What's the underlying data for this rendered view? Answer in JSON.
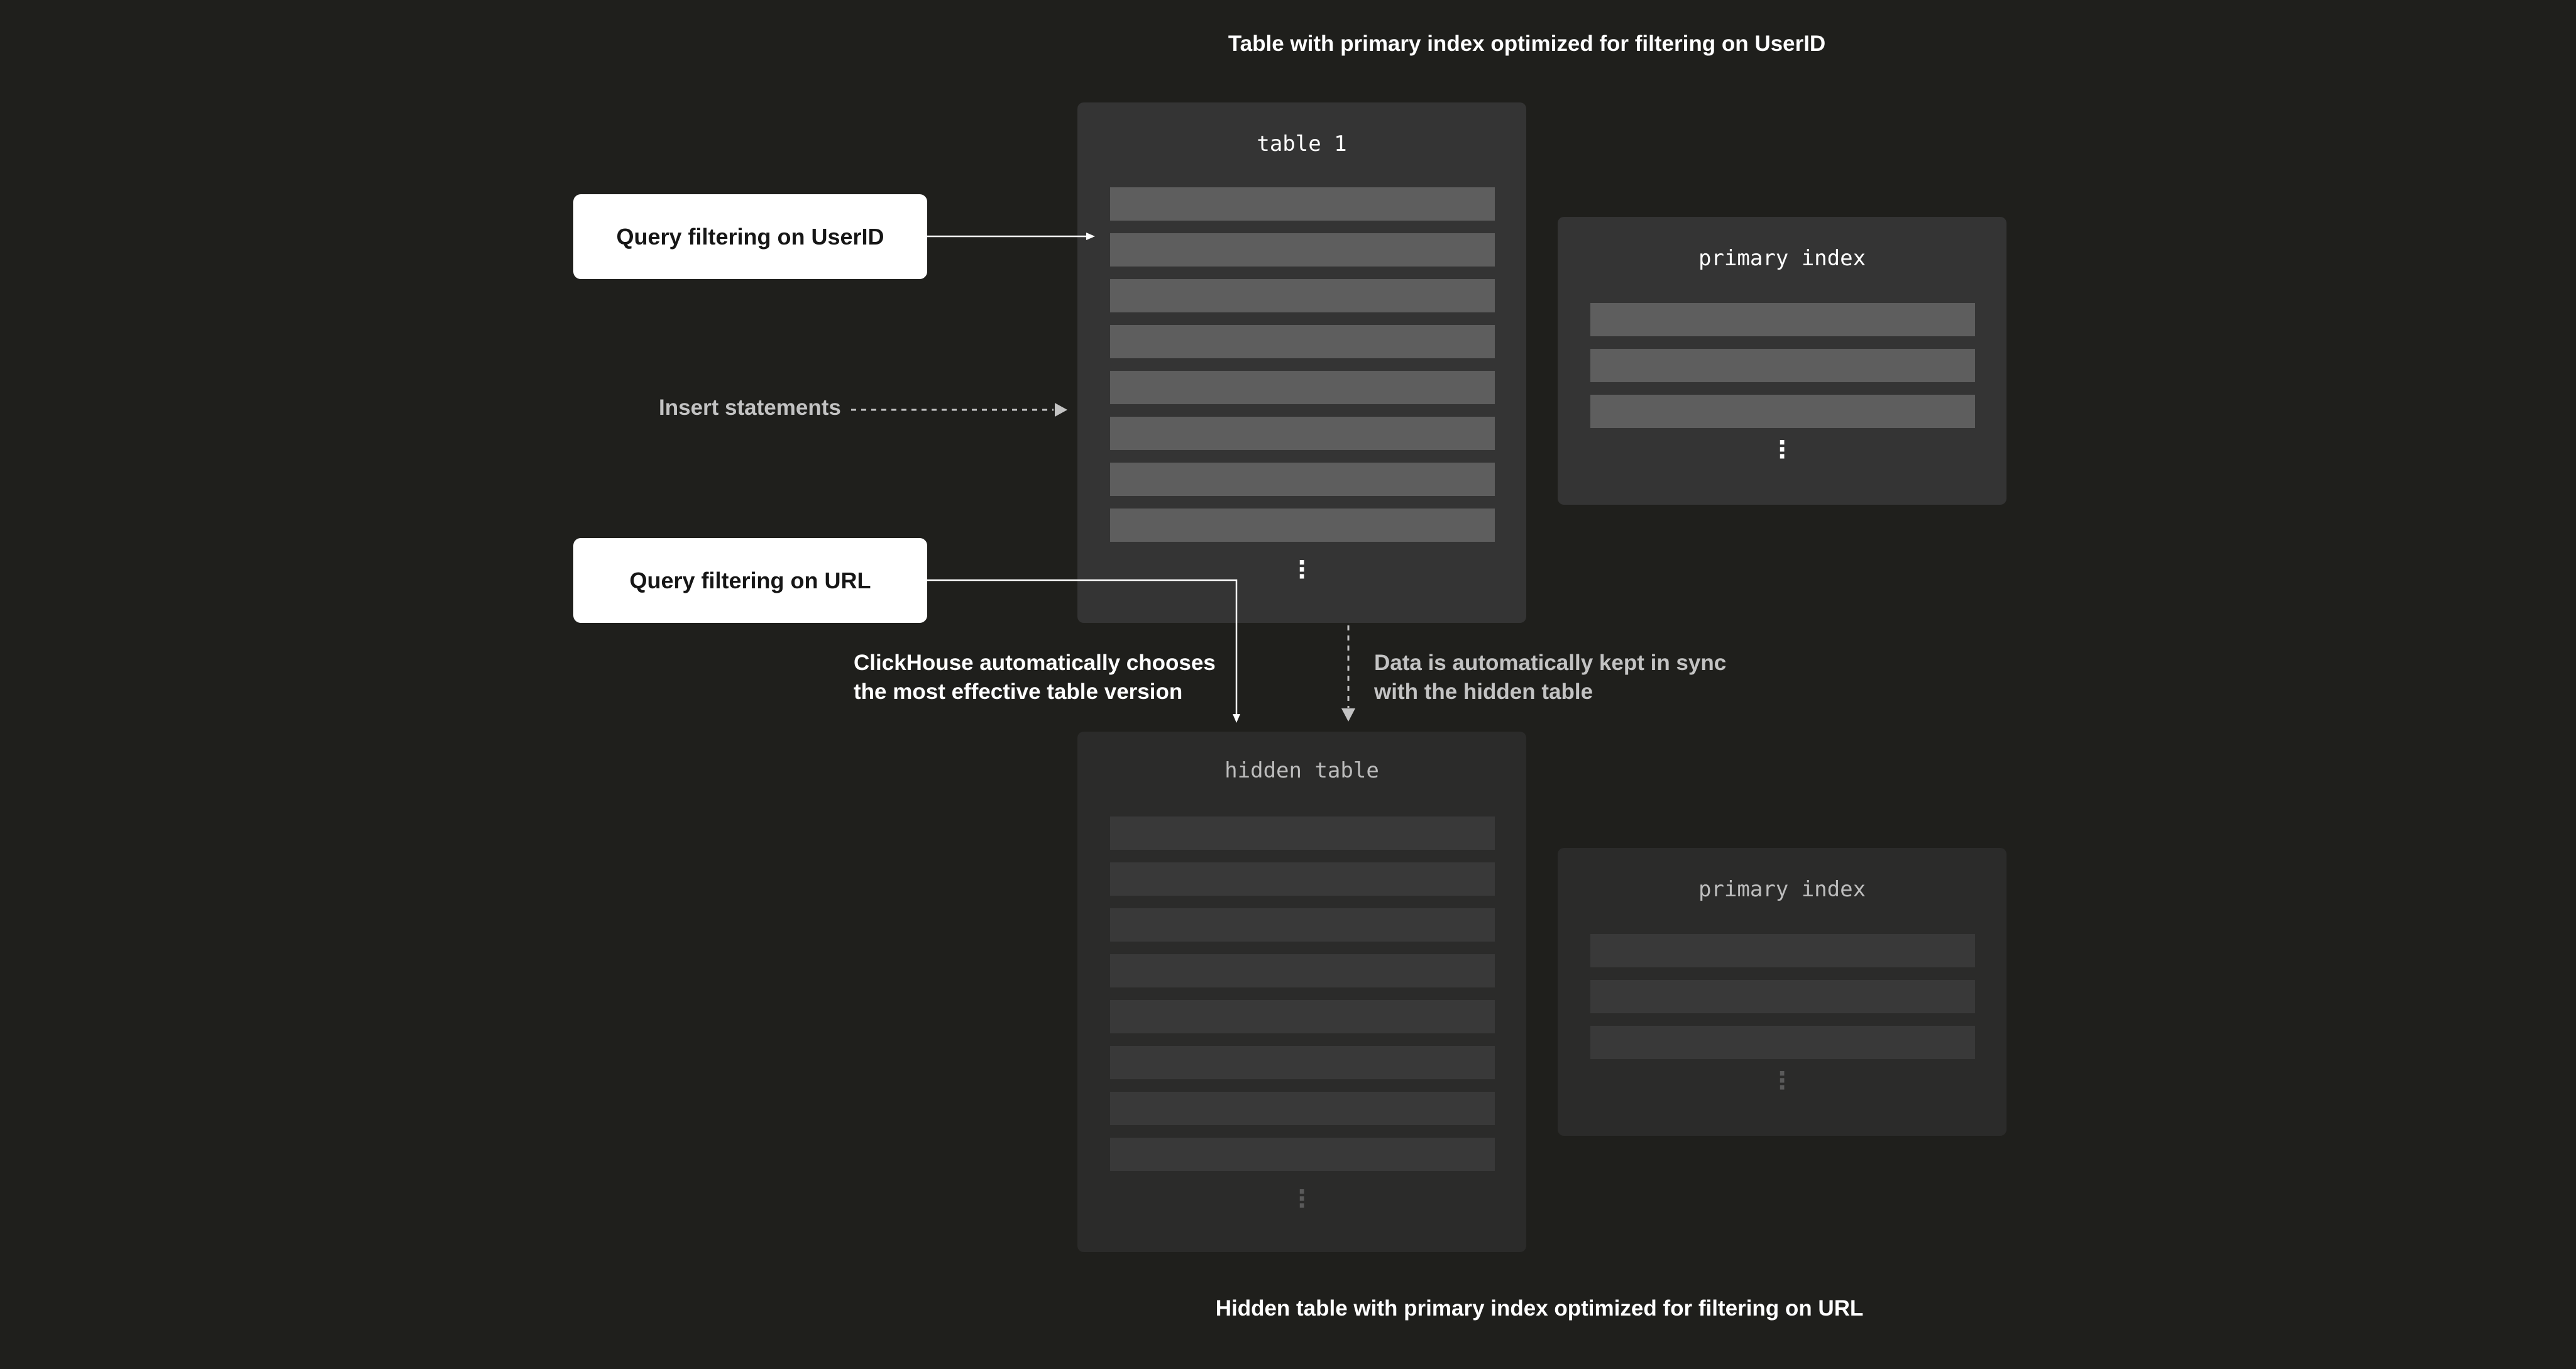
{
  "titles": {
    "top": "Table with primary index optimized for filtering on UserID",
    "bottom": "Hidden table with primary index optimized for filtering on URL"
  },
  "queries": {
    "userid": "Query filtering on UserID",
    "url": "Query filtering on URL"
  },
  "insert_label": "Insert statements",
  "annotations": {
    "choose_line1": "ClickHouse automatically chooses",
    "choose_line2": "the most effective table version",
    "sync_line1": "Data is automatically kept in sync",
    "sync_line2": "with the hidden table"
  },
  "tables": {
    "main": {
      "title": "table 1",
      "row_count": 8,
      "more": "⋮"
    },
    "main_index": {
      "title": "primary index",
      "row_count": 3,
      "more": "⋮"
    },
    "hidden": {
      "title": "hidden table",
      "row_count": 8,
      "more": "⋮"
    },
    "hidden_index": {
      "title": "primary index",
      "row_count": 3,
      "more": "⋮"
    }
  },
  "colors": {
    "background": "#1f1f1c",
    "card": "#343434",
    "card_dim": "#2b2b2a",
    "row": "#5e5e5e",
    "row_dim": "#393939",
    "query_box": "#ffffff"
  }
}
